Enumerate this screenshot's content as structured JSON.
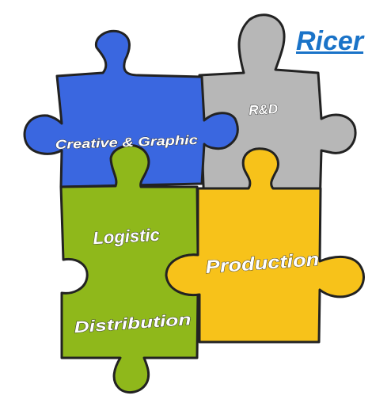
{
  "header": {
    "link_text": "Ricer"
  },
  "pieces": {
    "rd": {
      "label": "R&D",
      "color": "#b7b7b7"
    },
    "creative": {
      "label": "Creative & Graphic",
      "color": "#3a67e0"
    },
    "logistic": {
      "label": "Logistic",
      "color": "#8fb81b"
    },
    "distribution": {
      "label": "Distribution"
    },
    "production": {
      "label": "Production",
      "color": "#f7c21a"
    }
  }
}
